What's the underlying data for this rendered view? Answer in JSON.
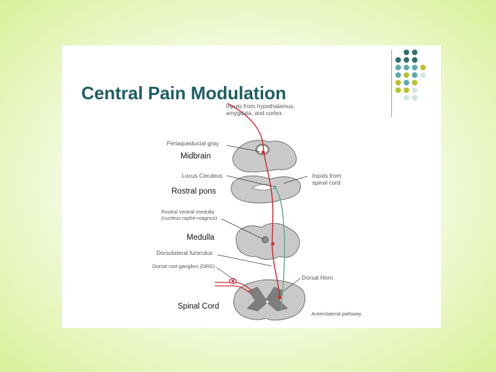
{
  "slide": {
    "title": "Central Pain Modulation"
  },
  "colors": {
    "title": "#1e5d62",
    "dot_dark_teal": "#2f6e6f",
    "dot_teal": "#5aa9ad",
    "dot_lime": "#b9c12a",
    "dot_pale": "#cfe6e2",
    "descending_pathway": "#cc2a35",
    "ascending_pathway": "#6aa88f",
    "tissue_gray": "#c9c9c9"
  },
  "diagram": {
    "inputs_top": [
      "Inputs from hypothalamus,",
      "amygdala, and cortex"
    ],
    "periaqueductal": "Periaqueductal gray",
    "midbrain": "Midbrain",
    "locus": "Locus Ceruleus",
    "rostral_pons": "Rostral pons",
    "inputs_spinal": [
      "Inputs from",
      "spinal cord"
    ],
    "rvm": [
      "Rostral ventral medulla",
      "(nucleus raphe-magnus)"
    ],
    "medulla": "Medulla",
    "dorsolateral": "Dorsolateral funiculus",
    "drg": "Dorsal root ganglion (DRG)",
    "dorsal_horn": "Dorsal Horn",
    "spinal_cord": "Spinal Cord",
    "anterolateral": "Anterolateral pathway"
  }
}
